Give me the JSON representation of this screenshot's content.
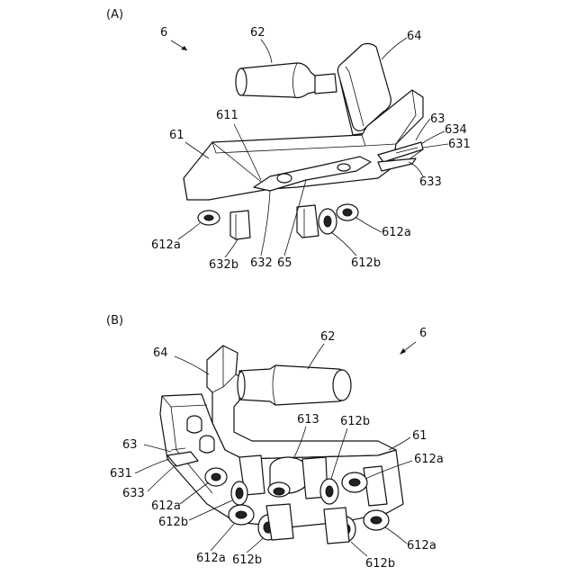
{
  "figure_a": {
    "panel_label": "(A)",
    "ref_main": "6",
    "labels": {
      "l62": "62",
      "l64": "64",
      "l611": "611",
      "l61": "61",
      "l63": "63",
      "l634": "634",
      "l631": "631",
      "l633": "633",
      "l612a_left": "612a",
      "l612a_right": "612a",
      "l632b": "632b",
      "l632": "632",
      "l65": "65",
      "l612b": "612b"
    }
  },
  "figure_b": {
    "panel_label": "(B)",
    "ref_main": "6",
    "labels": {
      "l64": "64",
      "l62": "62",
      "l613": "613",
      "l612b_top": "612b",
      "l61": "61",
      "l63": "63",
      "l612a_right": "612a",
      "l631": "631",
      "l633": "633",
      "l612a_left": "612a",
      "l612b_left": "612b",
      "l612a_bottom": "612a",
      "l612b_bottom": "612b",
      "l612a_bottom_right": "612a",
      "l612b_bottom_right": "612b"
    }
  }
}
